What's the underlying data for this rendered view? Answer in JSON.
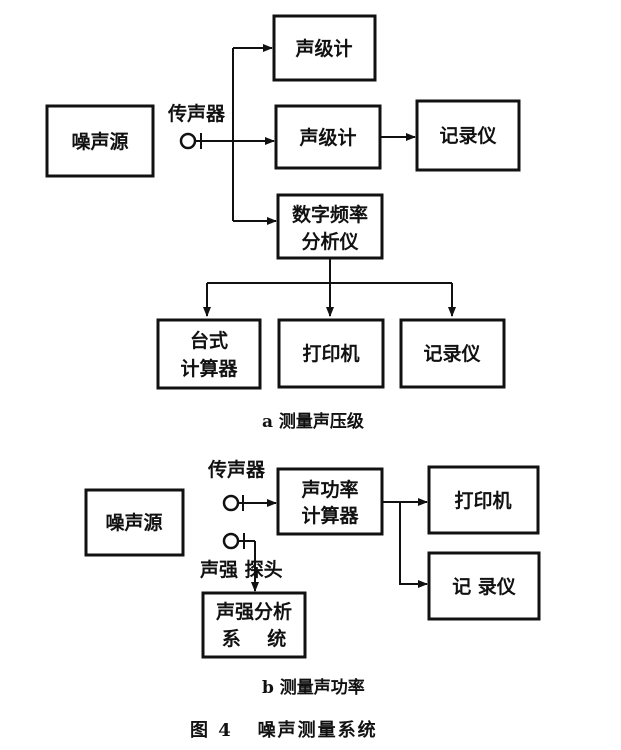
{
  "diagram_a": {
    "noise_source": "噪声源",
    "microphone": "传声器",
    "sound_level_meter_1": "声级计",
    "sound_level_meter_2": "声级计",
    "recorder_1": "记录仪",
    "analyzer_line1": "数字频率",
    "analyzer_line2": "分析仪",
    "desk_calc_line1": "台式",
    "desk_calc_line2": "计算器",
    "printer": "打印机",
    "recorder_2": "记录仪",
    "caption": "a  测量声压级"
  },
  "diagram_b": {
    "noise_source": "噪声源",
    "microphone": "传声器",
    "power_calc_line1": "声功率",
    "power_calc_line2": "计算器",
    "printer": "打印机",
    "recorder": "记 录仪",
    "intensity_probe_label": "声强  探头",
    "intensity_analyzer_line1": "声强分析",
    "intensity_analyzer_line2": "系    统",
    "caption": "b  测量声功率"
  },
  "figure_caption": "图 4   噪声测量系统"
}
